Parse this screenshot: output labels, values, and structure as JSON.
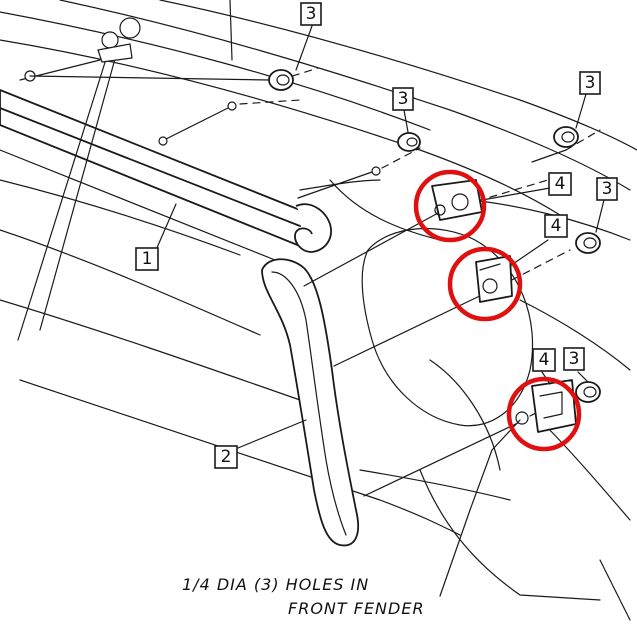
{
  "callouts": {
    "c1": "1",
    "c2": "2",
    "c3a": "3",
    "c3b": "3",
    "c3c": "3",
    "c3d": "3",
    "c3e": "3",
    "c4a": "4",
    "c4b": "4",
    "c4c": "4"
  },
  "caption": {
    "line1": "1/4 DIA (3) HOLES IN",
    "line2": "FRONT FENDER"
  },
  "highlight_color": "#e01010"
}
